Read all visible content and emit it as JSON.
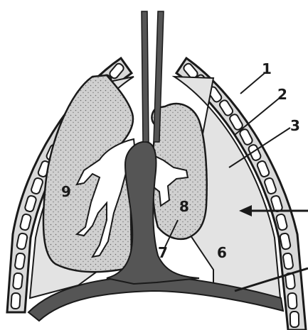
{
  "diagram": {
    "labels": {
      "one": "1",
      "two": "2",
      "three": "3",
      "six": "6",
      "seven": "7",
      "eight": "8",
      "nine": "9"
    },
    "colors": {
      "ink": "#1a1a1a",
      "lung_fill": "#cfcfcf",
      "pleura_fill": "#e3e3e3",
      "mediastinum_fill": "#555555",
      "rib_fill": "#d9d9d9",
      "background": "#ffffff"
    }
  }
}
